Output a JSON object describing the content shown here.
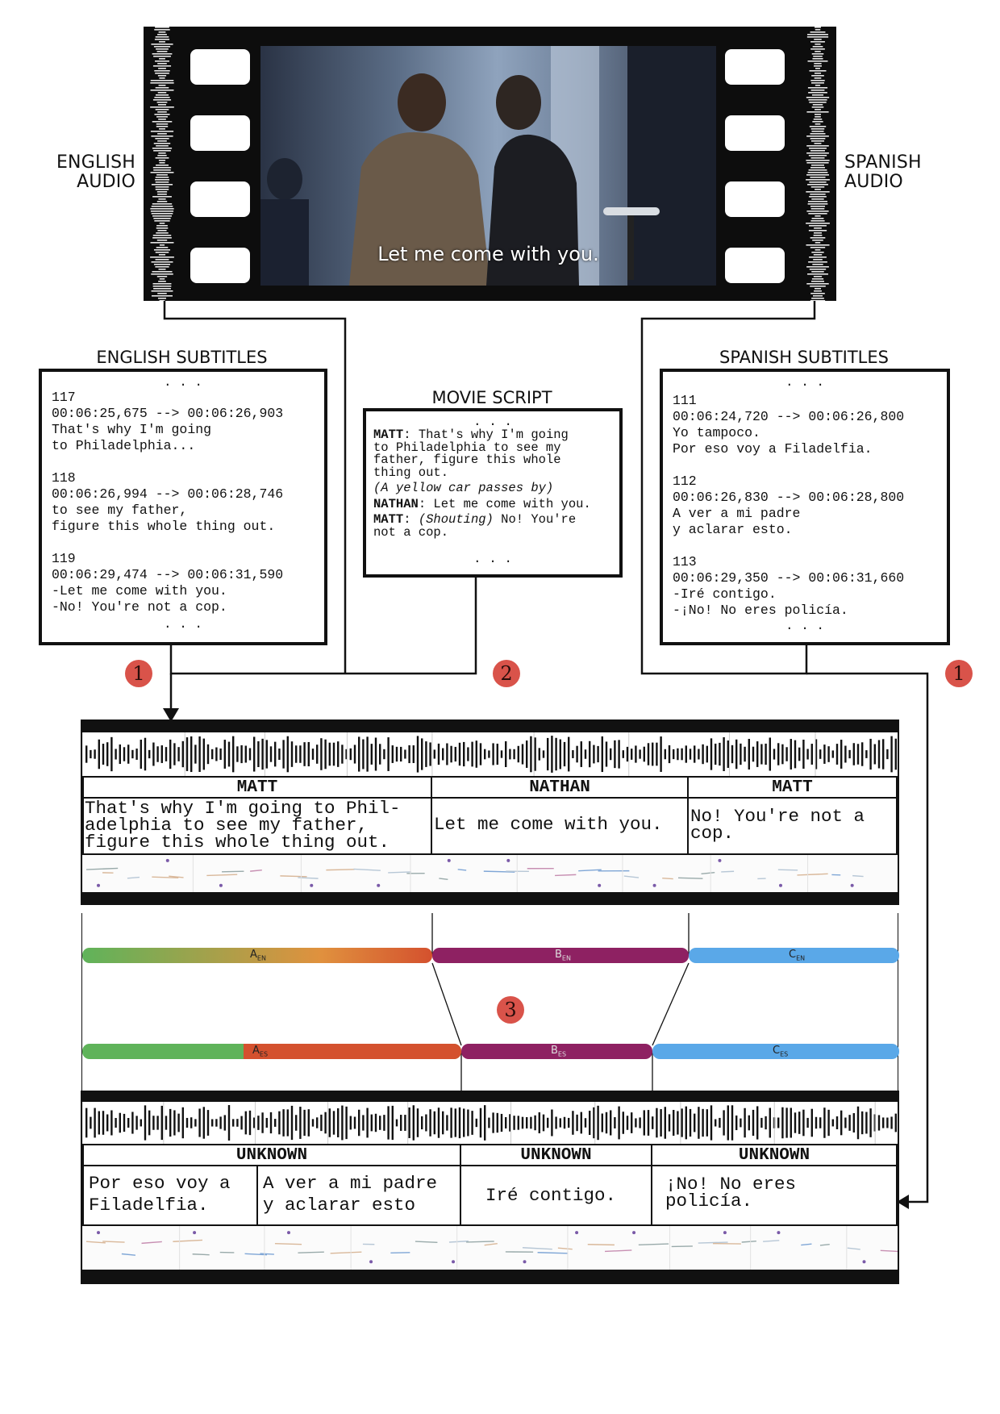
{
  "labels": {
    "english_audio": [
      "ENGLISH",
      "AUDIO"
    ],
    "spanish_audio": [
      "SPANISH",
      "AUDIO"
    ],
    "english_subtitles": "ENGLISH SUBTITLES",
    "spanish_subtitles": "SPANISH SUBTITLES",
    "movie_script": "MOVIE SCRIPT",
    "film_caption": "Let me come with you."
  },
  "english_subtitles": {
    "lines": [
      "117",
      "00:06:25,675 --> 00:06:26,903",
      "That's why I'm going",
      "to Philadelphia...",
      "",
      "118",
      "00:06:26,994 --> 00:06:28,746",
      "to see my father,",
      "figure this whole thing out.",
      "",
      "119",
      "00:06:29,474 --> 00:06:31,590",
      "-Let me come with you.",
      "-No! You're not a cop."
    ]
  },
  "spanish_subtitles": {
    "lines": [
      "111",
      "00:06:24,720 --> 00:06:26,800",
      "Yo tampoco.",
      "Por eso voy a Filadelfia.",
      "",
      "112",
      "00:06:26,830 --> 00:06:28,800",
      "A ver a mi padre",
      "y aclarar esto.",
      "",
      "113",
      "00:06:29,350 --> 00:06:31,660",
      "-Iré contigo.",
      "-¡No! No eres policía."
    ]
  },
  "movie_script": {
    "matt1_speaker": "MATT",
    "matt1_text": ": That's why I'm going",
    "matt1_cont1": "to Philadelphia to see my",
    "matt1_cont2": "father, figure this whole",
    "matt1_cont3": "thing out.",
    "action": "(A yellow car passes by)",
    "nathan_speaker": "NATHAN",
    "nathan_text": ": Let me come with you.",
    "matt2_speaker": "MATT",
    "matt2_paren": "(Shouting)",
    "matt2_text": " No! You're",
    "matt2_cont": "not a cop."
  },
  "ellipsis": ". . .",
  "badges": {
    "one": "1",
    "two": "2",
    "three": "3"
  },
  "english_track": {
    "speakers": [
      "MATT",
      "NATHAN",
      "MATT"
    ],
    "utterances": [
      [
        "That's why I'm going to Phil-",
        "adelphia to see my father,",
        "figure this whole thing out."
      ],
      [
        "Let me come with you."
      ],
      [
        "No! You're not a",
        "cop."
      ]
    ]
  },
  "segments": {
    "en": [
      {
        "letter": "A",
        "sub": "EN"
      },
      {
        "letter": "B",
        "sub": "EN"
      },
      {
        "letter": "C",
        "sub": "EN"
      }
    ],
    "es": [
      {
        "letter": "A",
        "sub": "ES"
      },
      {
        "letter": "B",
        "sub": "ES"
      },
      {
        "letter": "C",
        "sub": "ES"
      }
    ]
  },
  "spanish_track": {
    "speakers": [
      "UNKNOWN",
      "UNKNOWN",
      "UNKNOWN"
    ],
    "utterances": [
      [
        "Por eso voy a",
        "Filadelfia."
      ],
      [
        "A ver a mi padre",
        "y aclarar esto"
      ],
      [
        "Iré contigo."
      ],
      [
        "¡No! No eres",
        "policía."
      ]
    ]
  },
  "colors": {
    "segment_a_start": "#5fb35a",
    "segment_a_mid": "#e0913e",
    "segment_a_end": "#d4512e",
    "segment_b": "#8e2162",
    "segment_c": "#5aa8e8",
    "badge": "#d9534a"
  }
}
